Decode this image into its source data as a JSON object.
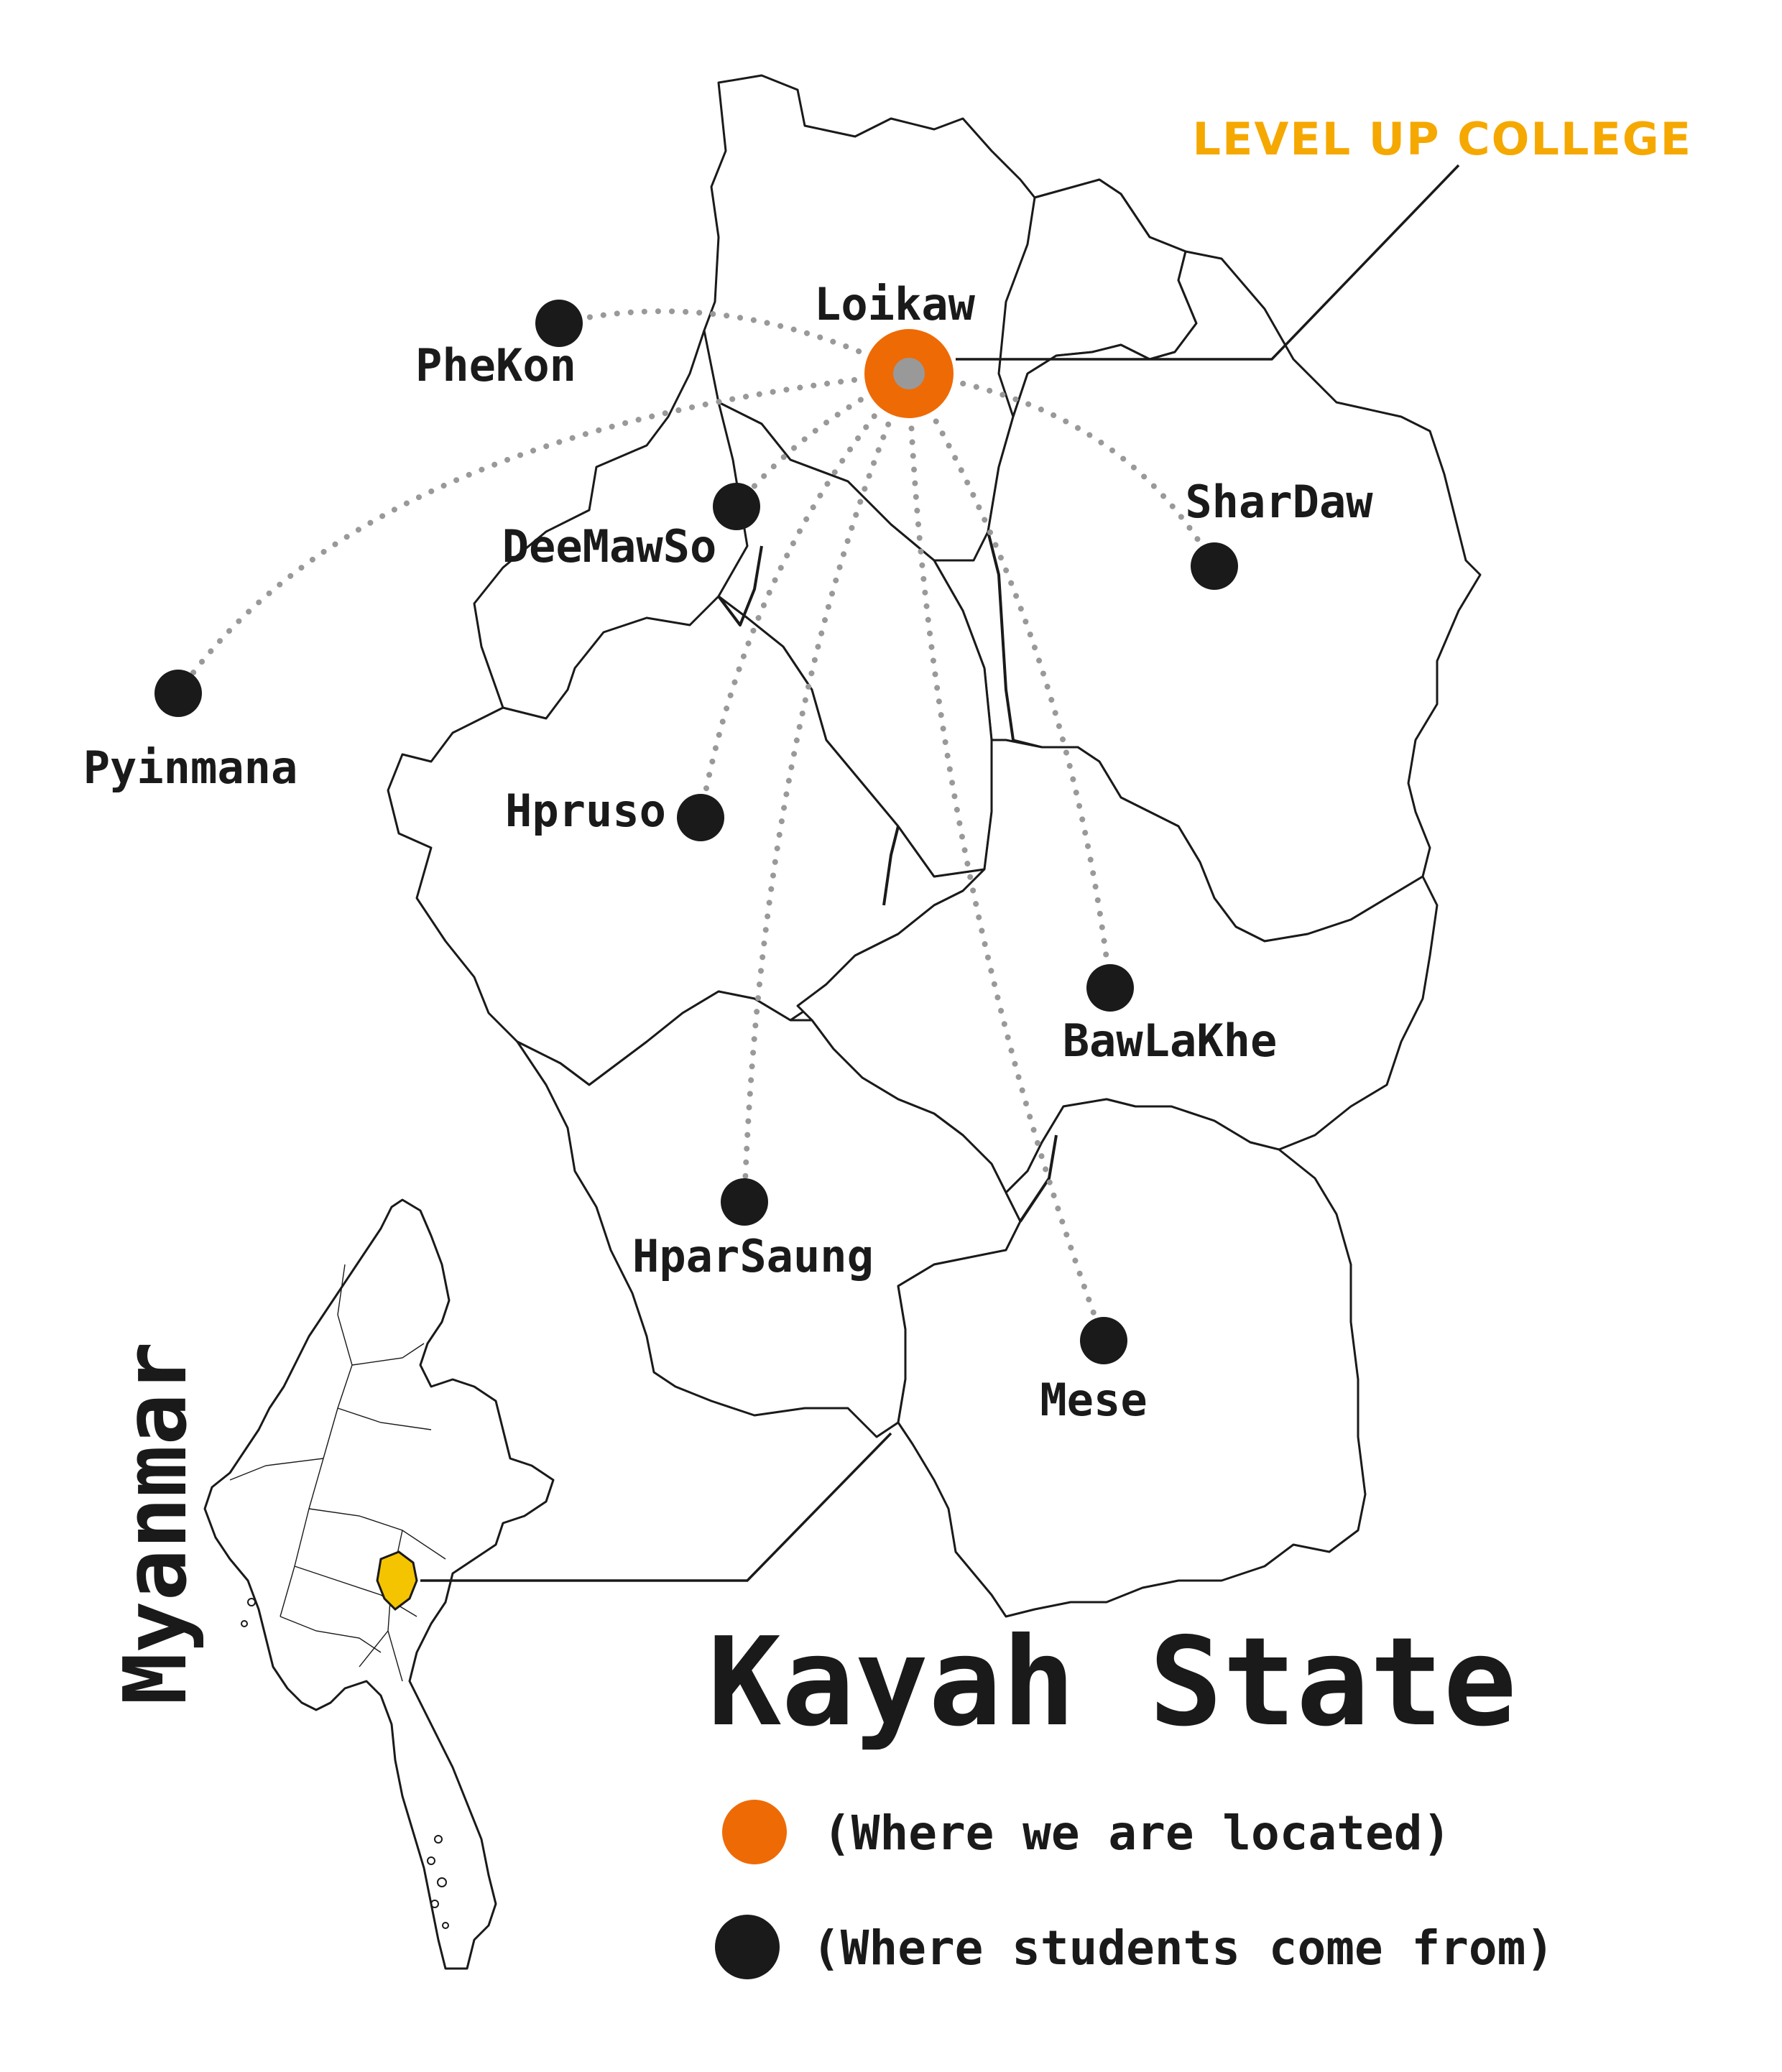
{
  "college_label": "LEVEL UP COLLEGE",
  "state_title": "Kayah State",
  "country_label": "Myanmar",
  "colors": {
    "college": "#ee6a05",
    "college_center": "#999999",
    "college_label": "#f5a800",
    "student_origin": "#1a1a1a",
    "route": "#999999",
    "myanmar_kayah_highlight": "#f5c400"
  },
  "hub": {
    "name": "Loikaw",
    "color": "#ee6a05"
  },
  "places": [
    {
      "name": "PheKon"
    },
    {
      "name": "Pyinmana"
    },
    {
      "name": "DeeMawSo"
    },
    {
      "name": "SharDaw"
    },
    {
      "name": "Hpruso"
    },
    {
      "name": "BawLaKhe"
    },
    {
      "name": "HparSaung"
    },
    {
      "name": "Mese"
    }
  ],
  "legend": [
    {
      "marker": "orange-circle",
      "text": "(Where we are located)"
    },
    {
      "marker": "black-circle",
      "text": "(Where students come from)"
    }
  ]
}
